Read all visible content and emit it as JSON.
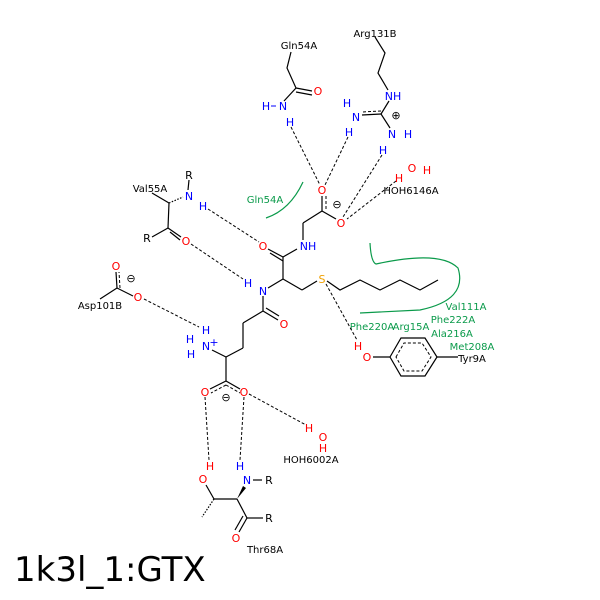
{
  "title": "1k3l_1:GTX",
  "residues": {
    "gln54a": "Gln54A",
    "arg131b": "Arg131B",
    "val55a": "Val55A",
    "asp101b": "Asp101B",
    "thr68a": "Thr68A",
    "tyr9a": "Tyr9A",
    "hoh6146a": "HOH6146A",
    "hoh6002a": "HOH6002A"
  },
  "hydrophobic": {
    "gln54a": "Gln54A",
    "val111a": "Val111A",
    "phe222a": "Phe222A",
    "ala216a": "Ala216A",
    "met208a": "Met208A",
    "phe220a": "Phe220A",
    "arg15a": "Arg15A"
  },
  "atoms": {
    "N": "N",
    "H": "H",
    "O": "O",
    "S": "S",
    "NH": "NH",
    "R": "R",
    "plus": "+",
    "cationic": "⊕",
    "anionic": "⊖"
  },
  "colors": {
    "nitrogen": "#0000ff",
    "oxygen": "#ff0000",
    "sulfur": "#f0a000",
    "hydrophobic": "#0a9a4a"
  }
}
